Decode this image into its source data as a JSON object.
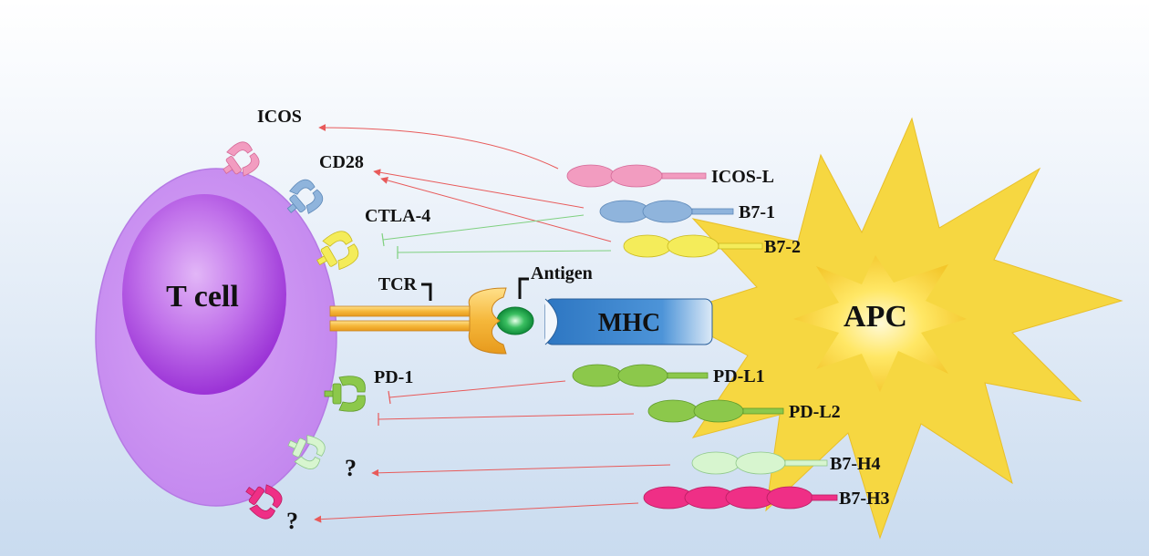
{
  "t_cell": {
    "label": "T cell"
  },
  "apc": {
    "label": "APC"
  },
  "mhc": {
    "label": "MHC"
  },
  "antigen": {
    "label": "Antigen"
  },
  "tcr": {
    "label": "TCR"
  },
  "receptors": {
    "icos": "ICOS",
    "cd28": "CD28",
    "ctla4": "CTLA-4",
    "pd1": "PD-1",
    "unknown_1": "?",
    "unknown_2": "?"
  },
  "ligands": {
    "icos_l": "ICOS-L",
    "b7_1": "B7-1",
    "b7_2": "B7-2",
    "pd_l1": "PD-L1",
    "pd_l2": "PD-L2",
    "b7_h4": "B7-H4",
    "b7_h3": "B7-H3"
  },
  "colors": {
    "activation_arrow": "#e85a5a",
    "inhibition_line_ctla4": "#7fd07f",
    "inhibition_line_pd": "#e85a5a",
    "icos": "#f29cc0",
    "cd28": "#8fb4dc",
    "ctla4": "#f4ec5a",
    "pd1": "#8cc84b",
    "b7h4": "#d7f5cf",
    "b7h3": "#ef2f86",
    "t_cell": "#c98cf0",
    "nucleus": "#a043d8",
    "apc": "#f6d33a",
    "mhc": "#3a82c8",
    "antigen": "#17a14a",
    "tcr": "#f2b63c"
  }
}
